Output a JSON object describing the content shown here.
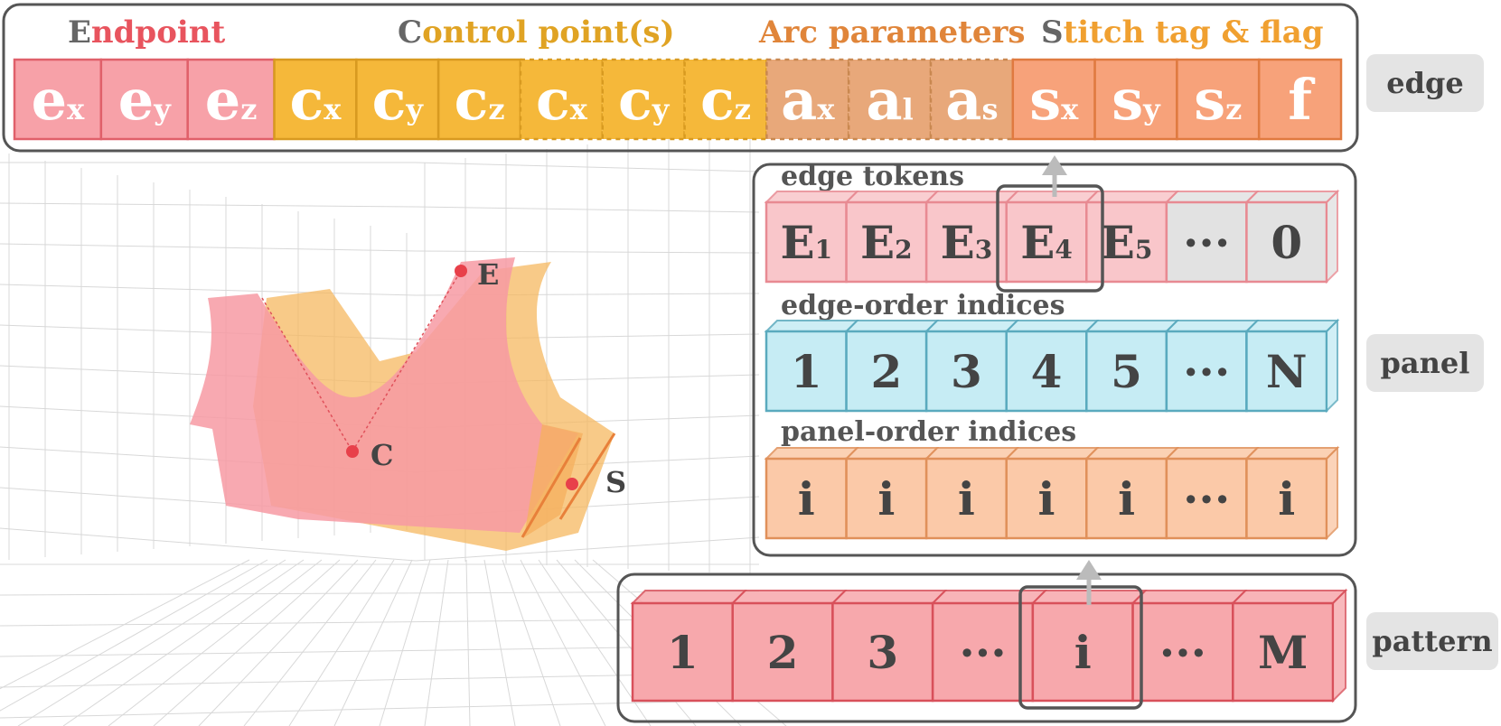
{
  "edge_panel": {
    "headers": [
      {
        "first": "E",
        "rest": "ndpoint",
        "first_color": "#666666",
        "rest_color": "#e8545e"
      },
      {
        "first": "C",
        "rest": "ontrol point(s)",
        "first_color": "#666666",
        "rest_color": "#e0a323"
      },
      {
        "first": "",
        "rest": "Arc parameters",
        "first_color": "#666666",
        "rest_color": "#e0853a"
      },
      {
        "first": "S",
        "rest": "titch tag & flag",
        "first_color": "#666666",
        "rest_color": "#f0a030"
      }
    ],
    "tokens": [
      {
        "main": "e",
        "sub": "x",
        "group": "endpoint"
      },
      {
        "main": "e",
        "sub": "y",
        "group": "endpoint"
      },
      {
        "main": "e",
        "sub": "z",
        "group": "endpoint"
      },
      {
        "main": "c",
        "sub": "x",
        "group": "control"
      },
      {
        "main": "c",
        "sub": "y",
        "group": "control"
      },
      {
        "main": "c",
        "sub": "z",
        "group": "control"
      },
      {
        "main": "c",
        "sub": "x",
        "group": "control-opt"
      },
      {
        "main": "c",
        "sub": "y",
        "group": "control-opt"
      },
      {
        "main": "c",
        "sub": "z",
        "group": "control-opt"
      },
      {
        "main": "a",
        "sub": "x",
        "group": "arc"
      },
      {
        "main": "a",
        "sub": "l",
        "group": "arc"
      },
      {
        "main": "a",
        "sub": "s",
        "group": "arc"
      },
      {
        "main": "s",
        "sub": "x",
        "group": "stitch"
      },
      {
        "main": "s",
        "sub": "y",
        "group": "stitch"
      },
      {
        "main": "s",
        "sub": "z",
        "group": "stitch"
      },
      {
        "main": "f",
        "sub": "",
        "group": "stitch"
      }
    ],
    "label": "edge"
  },
  "panel_section": {
    "label": "panel",
    "rows": [
      {
        "title": "edge tokens",
        "kind": "edge-tokens",
        "cells": [
          {
            "main": "E",
            "sub": "1"
          },
          {
            "main": "E",
            "sub": "2"
          },
          {
            "main": "E",
            "sub": "3"
          },
          {
            "main": "E",
            "sub": "4"
          },
          {
            "main": "E",
            "sub": "5"
          },
          {
            "main": "···",
            "sub": ""
          },
          {
            "main": "0",
            "sub": ""
          }
        ]
      },
      {
        "title": "edge-order indices",
        "kind": "edge-order",
        "cells": [
          {
            "main": "1",
            "sub": ""
          },
          {
            "main": "2",
            "sub": ""
          },
          {
            "main": "3",
            "sub": ""
          },
          {
            "main": "4",
            "sub": ""
          },
          {
            "main": "5",
            "sub": ""
          },
          {
            "main": "···",
            "sub": ""
          },
          {
            "main": "N",
            "sub": ""
          }
        ]
      },
      {
        "title": "panel-order indices",
        "kind": "panel-order",
        "cells": [
          {
            "main": "i",
            "sub": ""
          },
          {
            "main": "i",
            "sub": ""
          },
          {
            "main": "i",
            "sub": ""
          },
          {
            "main": "i",
            "sub": ""
          },
          {
            "main": "i",
            "sub": ""
          },
          {
            "main": "···",
            "sub": ""
          },
          {
            "main": "i",
            "sub": ""
          }
        ]
      }
    ]
  },
  "pattern_section": {
    "label": "pattern",
    "cells": [
      "1",
      "2",
      "3",
      "···",
      "i",
      "···",
      "M"
    ]
  },
  "garment": {
    "point_e": "E",
    "point_c": "C",
    "point_s": "S"
  },
  "colors": {
    "endpoint": "#f7a1a8",
    "endpoint_stroke": "#e0606a",
    "control": "#f5b83a",
    "control_stroke": "#d89a20",
    "arc": "#e8a87a",
    "arc_stroke": "#c98850",
    "stitch": "#f7a27a",
    "stitch_stroke": "#e07a40",
    "edge_token": "#f9c6ca",
    "edge_token_stroke": "#e88a92",
    "gray_token": "#e2e2e2",
    "edge_order": "#c6ecf4",
    "edge_order_stroke": "#5aaabe",
    "panel_order": "#fbc9a8",
    "panel_order_stroke": "#e0905a",
    "pattern": "#f7a8ac",
    "pattern_stroke": "#d8505a"
  }
}
